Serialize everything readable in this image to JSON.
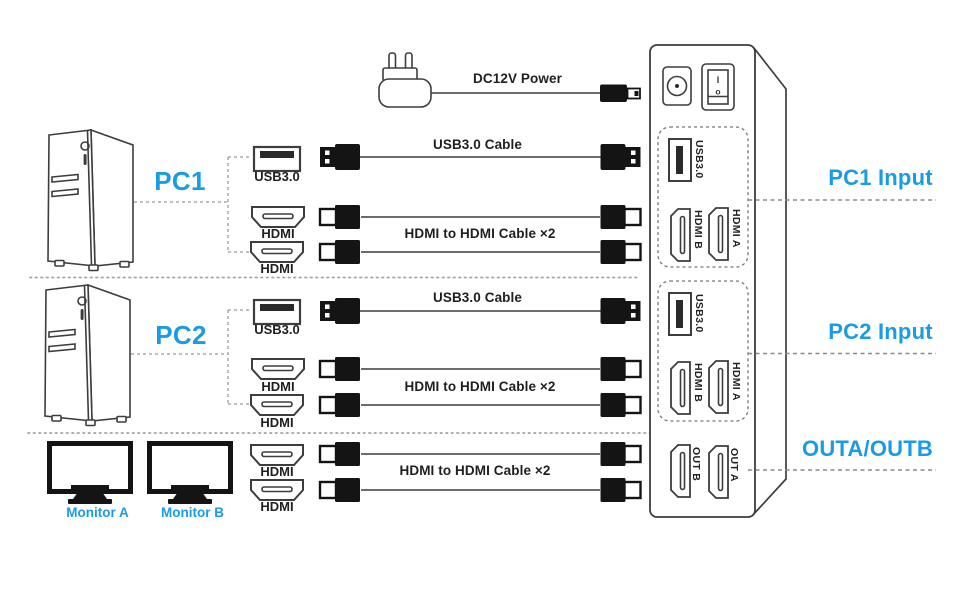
{
  "colors": {
    "accent_blue": "#1a9ce4",
    "line_gray": "#3d3d3d",
    "ink_black": "#141414"
  },
  "power": {
    "label": "DC12V Power"
  },
  "computers": [
    {
      "name": "PC1"
    },
    {
      "name": "PC2"
    }
  ],
  "monitors": [
    {
      "name": "Monitor A"
    },
    {
      "name": "Monitor B"
    }
  ],
  "groups": [
    {
      "usb_port": "USB3.0",
      "hdmi_port_1": "HDMI",
      "hdmi_port_2": "HDMI",
      "usb_cable": "USB3.0 Cable",
      "hdmi_cable": "HDMI to HDMI Cable ×2"
    },
    {
      "usb_port": "USB3.0",
      "hdmi_port_1": "HDMI",
      "hdmi_port_2": "HDMI",
      "usb_cable": "USB3.0 Cable",
      "hdmi_cable": "HDMI to HDMI Cable ×2"
    },
    {
      "hdmi_port_1": "HDMI",
      "hdmi_port_2": "HDMI",
      "hdmi_cable": "HDMI to HDMI Cable ×2"
    }
  ],
  "kvm": {
    "switch_on": "I",
    "switch_off": "o",
    "inputs": [
      {
        "usb": "USB3.0",
        "hdmi_a": "HDMI A",
        "hdmi_b": "HDMI B"
      },
      {
        "usb": "USB3.0",
        "hdmi_a": "HDMI A",
        "hdmi_b": "HDMI B"
      }
    ],
    "outputs": {
      "out_a": "OUT A",
      "out_b": "OUT B"
    }
  },
  "section_labels": [
    "PC1 Input",
    "PC2 Input",
    "OUTA/OUTB"
  ]
}
